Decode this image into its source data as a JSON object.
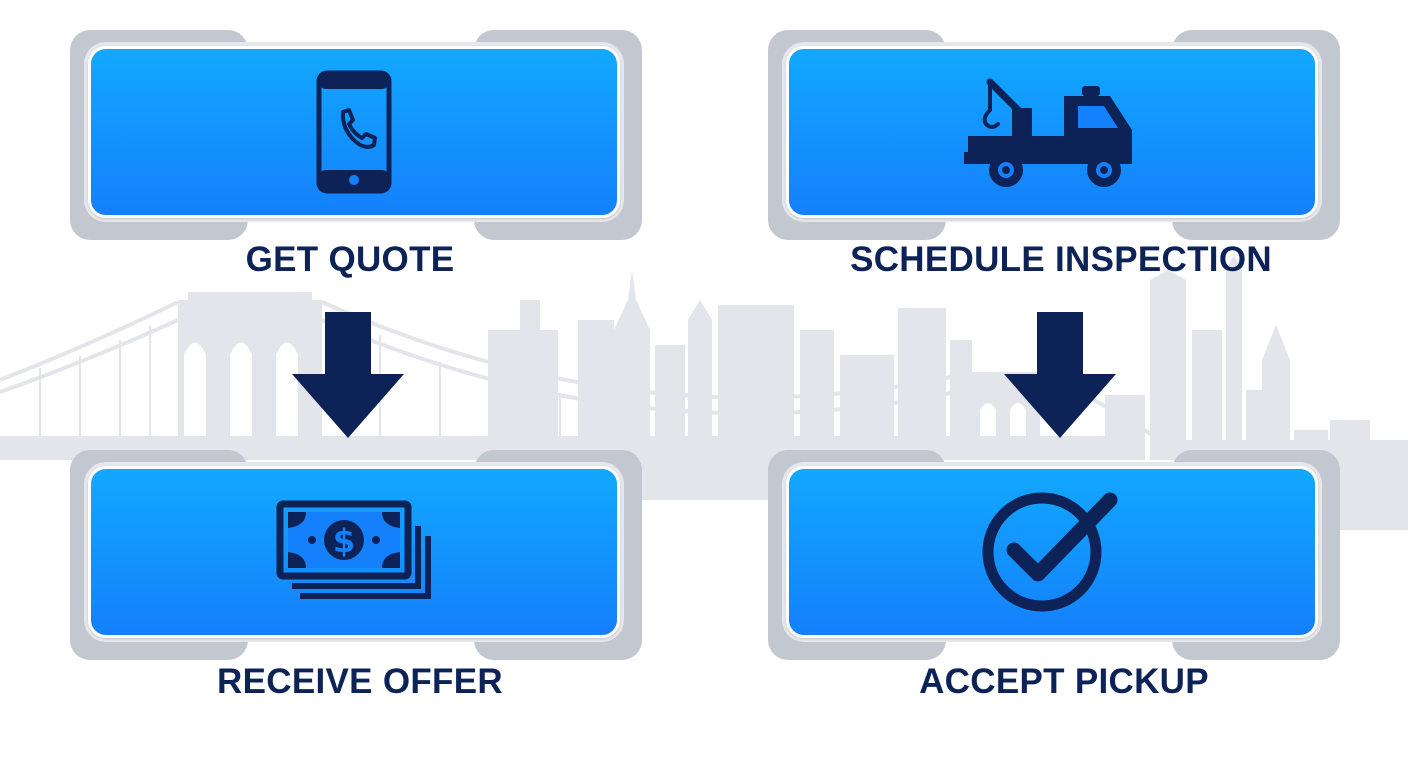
{
  "colors": {
    "card_top": "#12a8ff",
    "card_bottom": "#1480fb",
    "icon": "#0d2256",
    "label": "#0d2256",
    "frame_gray": "#c3c7cf",
    "skyline": "#e3e5ea"
  },
  "steps": [
    {
      "label": "GET QUOTE",
      "icon": "smartphone-icon"
    },
    {
      "label": "SCHEDULE INSPECTION",
      "icon": "tow-truck-icon"
    },
    {
      "label": "RECEIVE OFFER",
      "icon": "cash-stack-icon"
    },
    {
      "label": "ACCEPT PICKUP",
      "icon": "check-circle-icon"
    }
  ]
}
